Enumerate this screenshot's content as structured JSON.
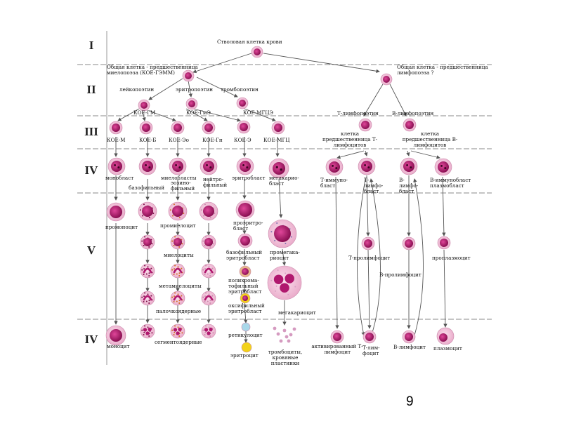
{
  "rows": [
    "I",
    "II",
    "III",
    "IV",
    "V",
    "IV"
  ],
  "labels": {
    "stem": "Стволовая клетка крови",
    "common_myelo": "Общая клетка - предшественница миелопоэза (КОЕ-ГЭММ)",
    "common_lympho": "Общая клетка - предшественница лимфопоэза ?",
    "leukopoietin": "лейкопоэтин",
    "erythropoietin": "эритропоэтин",
    "thrombopoietin": "тромбопоэтин",
    "koe_gm": "КОЕ-ГМ",
    "koe_gme": "КОЕ-ГмЭ",
    "koe_mgce": "КОЕ-МГЦЭ",
    "t_lymphopoietin": "Т-лимфопоэтин",
    "b_lymphopoietin": "В-лимфопоэтин",
    "t_precursor": "клетка предшественница Т-лимфоцитов",
    "b_precursor": "клетка предшественница В-лимфоцитов",
    "koe_m": "КОЕ-М",
    "koe_b": "КОЕ-Б",
    "koe_eo": "КОЕ-Эо",
    "koe_gn": "КОЕ-Гн",
    "koe_e": "КОЕ-Э",
    "koe_mgc": "КОЕ-МГЦ",
    "monoblast": "монобласт",
    "basophilic": "базофильный",
    "myeloblasts": "миелобласты",
    "eosinophilic": "эозино-фильный",
    "neutrophilic": "нейтро-фильный",
    "erythroblast": "эритробласт",
    "megakaryoblast": "мегакарио-бласт",
    "t_immunoblast": "Т-иммуно-бласт",
    "t_lymphoblast": "Т-лимфо-бласт",
    "b_lymphoblast": "В-лимфо-бласт",
    "b_immunoblast": "В-иммунобласт плазмобласт",
    "promonocyte": "промоноцит",
    "promyelocytes": "промиелоцит",
    "proerythroblast": "проэритро-бласт",
    "promegakaryocyte": "промегака-риоцит",
    "myelocytes": "миелоциты",
    "basophilic_erythroblast": "базофильный эритробласт",
    "t_prolymphocyte": "Т-пролимфоцит",
    "b_prolymphocyte": "В-пролимфоцит",
    "proplasmocyte": "проплазмоцит",
    "metamyelocytes": "метамиелоциты",
    "polychromatophilic": "полихрома-тофильный эритробласт",
    "band": "палочкоядерные",
    "oxyphilic": "оксифильный эритробласт",
    "megakaryocyte": "мегакариоцит",
    "monocyte": "моноцит",
    "segmented": "сегментоядерные",
    "reticulocyte": "ретикулоцит",
    "erythrocyte": "эритроцит",
    "platelets": "тромбоциты, кровяные пластинки",
    "activated_t": "активированный Т-лимфоцит",
    "t_lymphocyte": "Т-лим-фоцит",
    "b_lymphocyte": "В-лимфоцит",
    "plasmocyte": "плазмоцит"
  },
  "page_number": "9",
  "colors": {
    "nucleus": "#b0186e",
    "cytoplasm": "#f2c2dc",
    "granule": "#7a0c45",
    "erythrocyte": "#f2d21a",
    "line": "#555555"
  }
}
